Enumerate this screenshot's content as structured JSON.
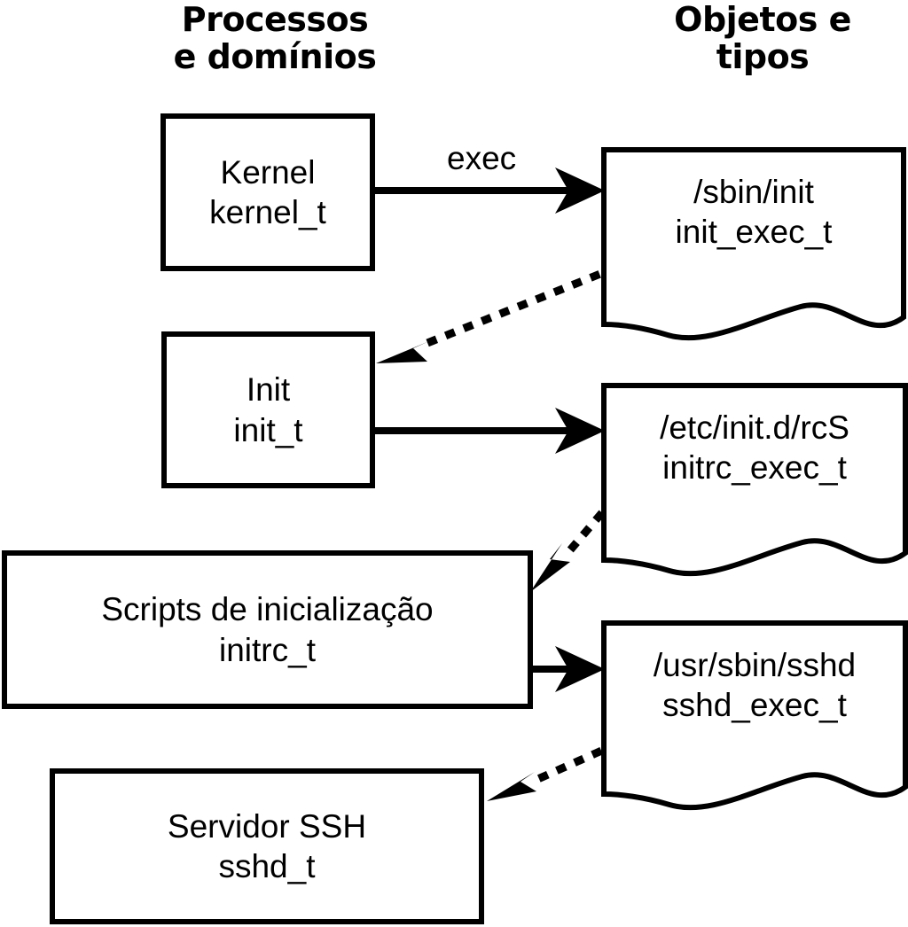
{
  "diagram": {
    "title_columns": {
      "left": "Processos\ne domínios",
      "right": "Objetos e\ntipos"
    },
    "colors": {
      "stroke": "#000000",
      "fill": "#ffffff",
      "text": "#000000"
    },
    "process_nodes": [
      {
        "id": "kernel",
        "line1": "Kernel",
        "line2": "kernel_t"
      },
      {
        "id": "init",
        "line1": "Init",
        "line2": "init_t"
      },
      {
        "id": "initrc",
        "line1": "Scripts de inicialização",
        "line2": "initrc_t"
      },
      {
        "id": "sshd",
        "line1": "Servidor SSH",
        "line2": "sshd_t"
      }
    ],
    "object_nodes": [
      {
        "id": "init_exec",
        "line1": "/sbin/init",
        "line2": "init_exec_t"
      },
      {
        "id": "initrc_exec",
        "line1": "/etc/init.d/rcS",
        "line2": "initrc_exec_t"
      },
      {
        "id": "sshd_exec",
        "line1": "/usr/sbin/sshd",
        "line2": "sshd_exec_t"
      }
    ],
    "edges": [
      {
        "id": "kernel-exec-init_exec",
        "label": "exec",
        "style": "solid",
        "from": "kernel",
        "to": "init_exec"
      },
      {
        "id": "init_exec-transition-init",
        "label": "",
        "style": "dotted",
        "from": "init_exec",
        "to": "init"
      },
      {
        "id": "init-exec-initrc_exec",
        "label": "",
        "style": "solid",
        "from": "init",
        "to": "initrc_exec"
      },
      {
        "id": "initrc_exec-transition-initrc",
        "label": "",
        "style": "dotted",
        "from": "initrc_exec",
        "to": "initrc"
      },
      {
        "id": "initrc-exec-sshd_exec",
        "label": "",
        "style": "solid",
        "from": "initrc",
        "to": "sshd_exec"
      },
      {
        "id": "sshd_exec-transition-sshd",
        "label": "",
        "style": "dotted",
        "from": "sshd_exec",
        "to": "sshd"
      }
    ]
  }
}
